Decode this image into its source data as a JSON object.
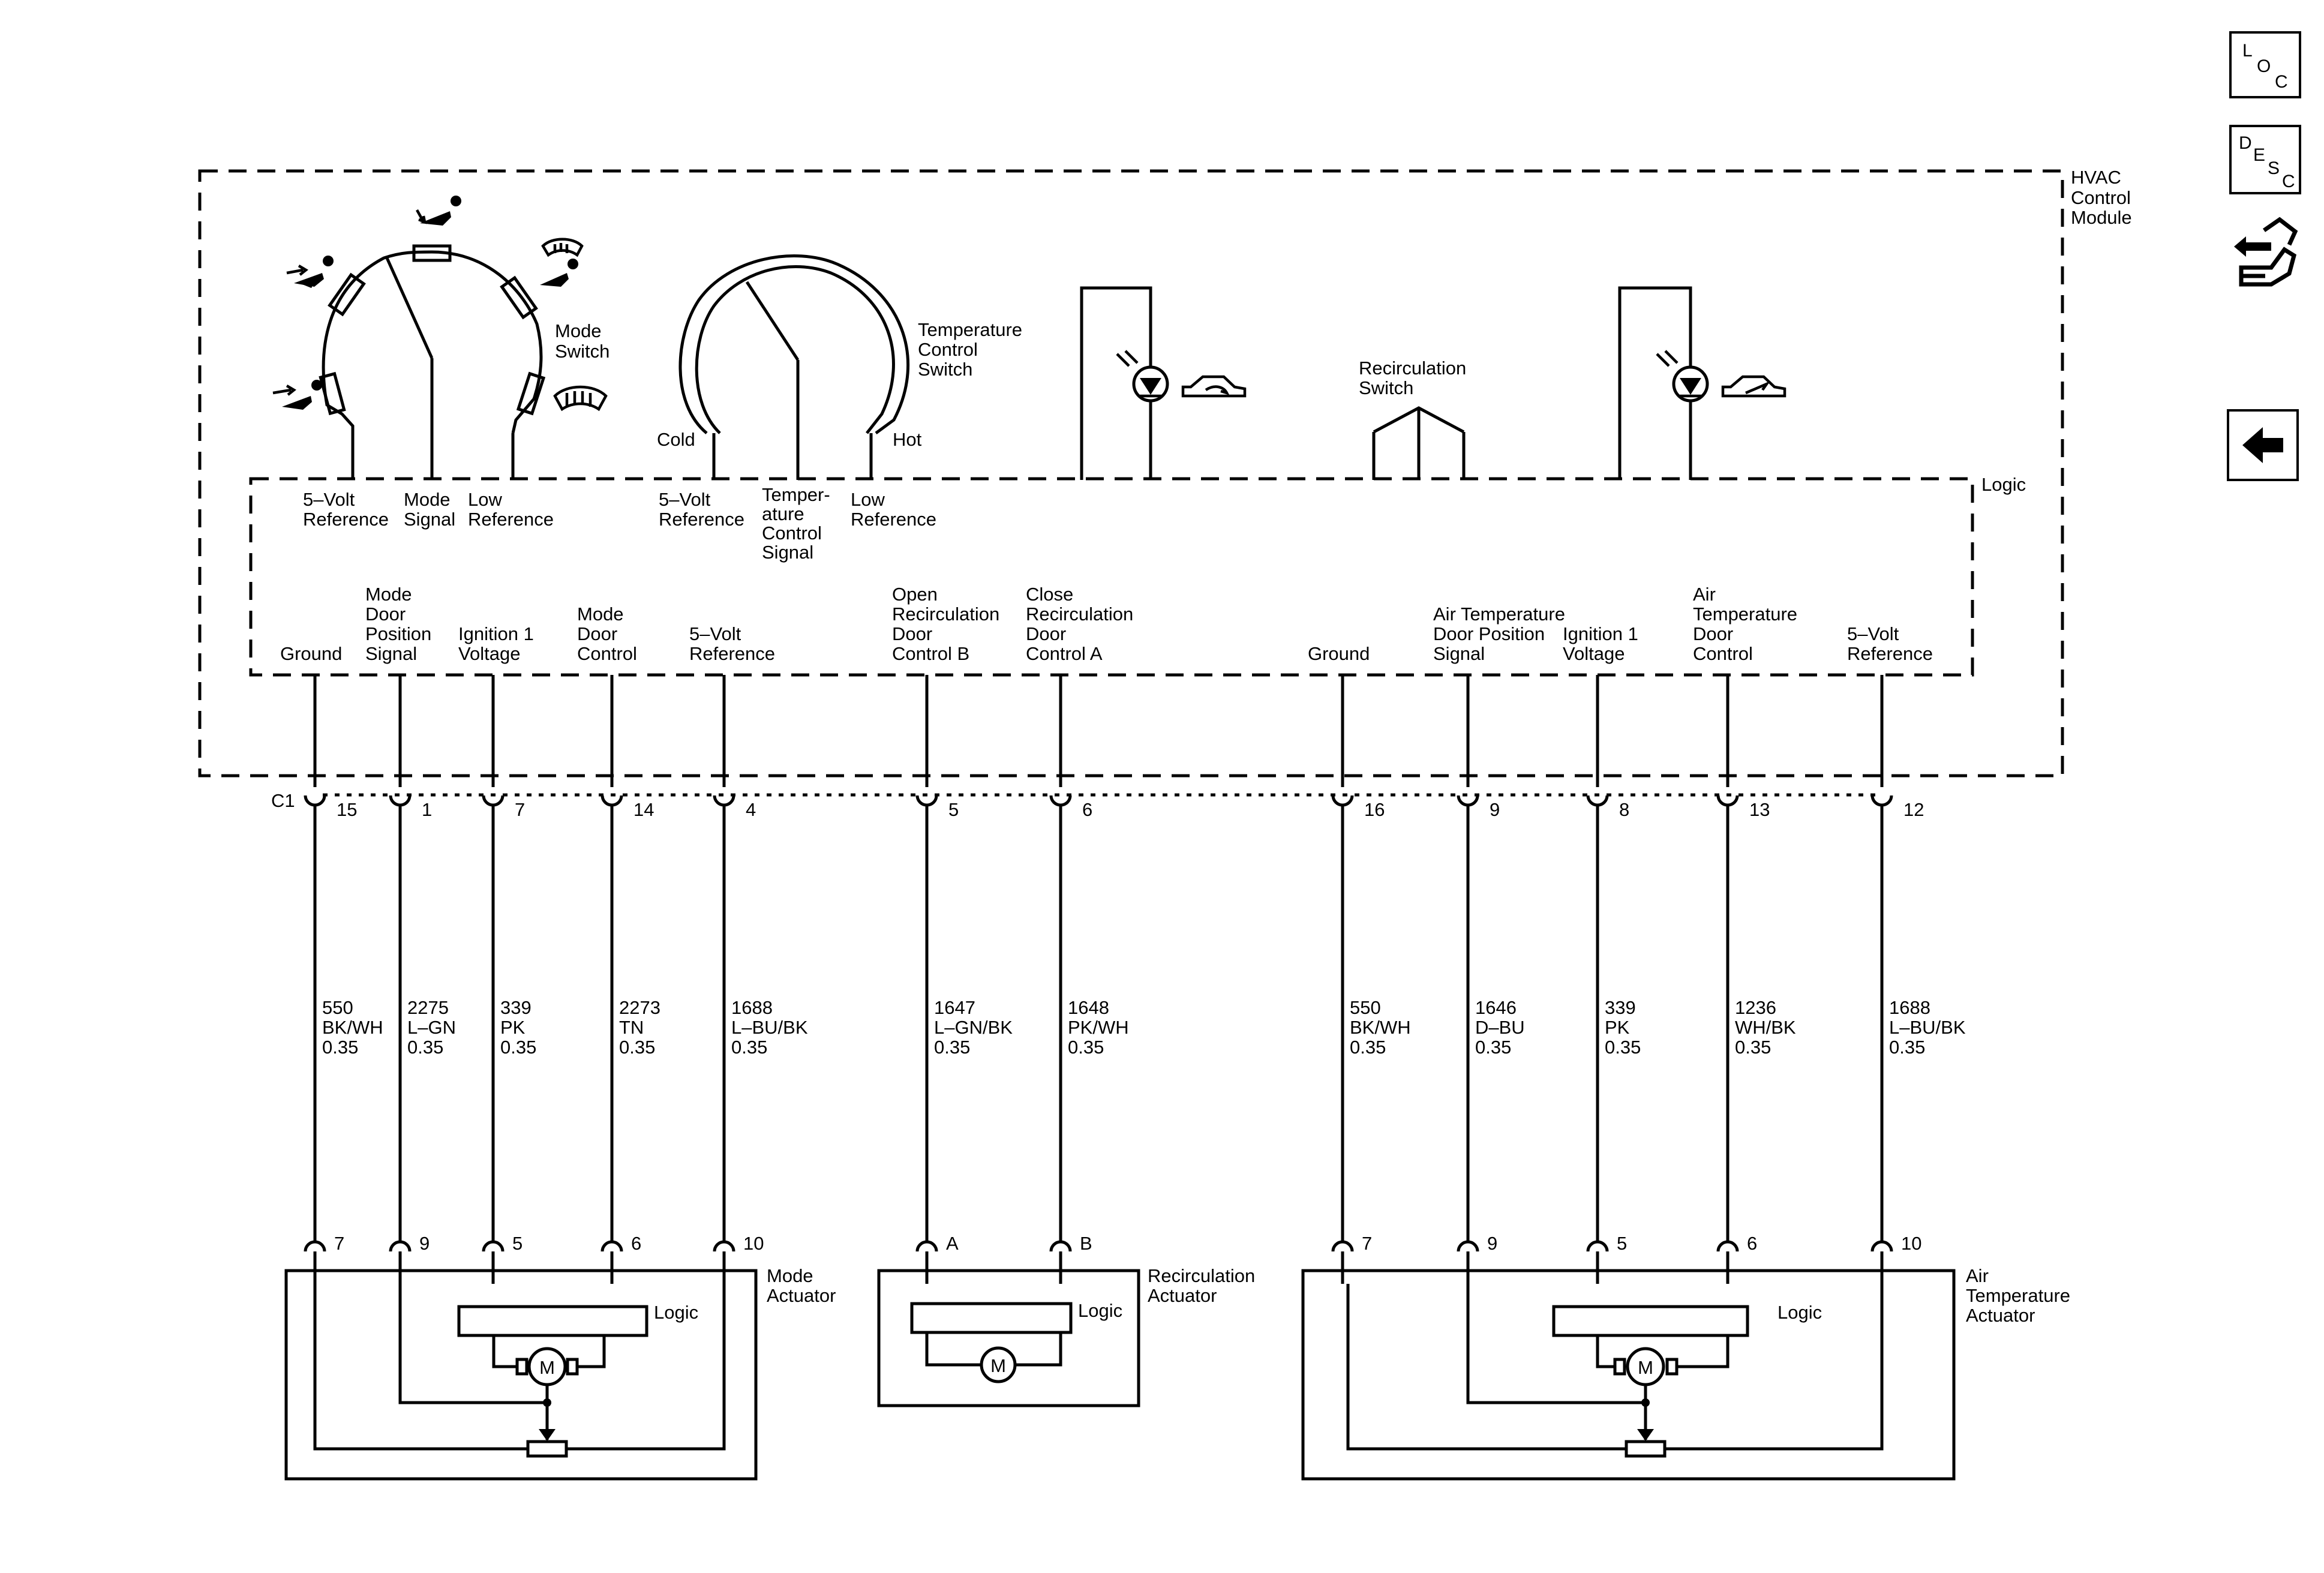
{
  "nav": {
    "loc_button": {
      "l1": "L",
      "l2": "O",
      "l3": "C"
    },
    "desc_button": {
      "l1": "D",
      "l2": "E",
      "l3": "S",
      "l4": "C"
    }
  },
  "module": {
    "line1": "HVAC",
    "line2": "Control",
    "line3": "Module",
    "logic": "Logic"
  },
  "mode_switch": {
    "line1": "Mode",
    "line2": "Switch",
    "labels": [
      [
        "5–Volt",
        "Reference"
      ],
      [
        "Mode",
        "Signal"
      ],
      [
        "Low",
        "Reference"
      ]
    ]
  },
  "temp_switch": {
    "line1": "Temperature",
    "line2": "Control",
    "line3": "Switch",
    "cold": "Cold",
    "hot": "Hot",
    "labels": [
      [
        "5–Volt",
        "Reference"
      ],
      [
        "Temper-",
        "ature",
        "Control",
        "Signal"
      ],
      [
        "Low",
        "Reference"
      ]
    ]
  },
  "recirc_switch": {
    "line1": "Recirculation",
    "line2": "Switch"
  },
  "connector": {
    "name": "C1"
  },
  "module_pins": [
    {
      "label": [
        "Ground"
      ],
      "pin": "15",
      "circuit": "550",
      "color": "BK/WH",
      "gauge": "0.35"
    },
    {
      "label": [
        "Mode",
        "Door",
        "Position",
        "Signal"
      ],
      "pin": "1",
      "circuit": "2275",
      "color": "L–GN",
      "gauge": "0.35"
    },
    {
      "label": [
        "Ignition 1",
        "Voltage"
      ],
      "pin": "7",
      "circuit": "339",
      "color": "PK",
      "gauge": "0.35"
    },
    {
      "label": [
        "Mode",
        "Door",
        "Control"
      ],
      "pin": "14",
      "circuit": "2273",
      "color": "TN",
      "gauge": "0.35"
    },
    {
      "label": [
        "5–Volt",
        "Reference"
      ],
      "pin": "4",
      "circuit": "1688",
      "color": "L–BU/BK",
      "gauge": "0.35"
    },
    {
      "label": [
        "Open",
        "Recirculation",
        "Door",
        "Control B"
      ],
      "pin": "5",
      "circuit": "1647",
      "color": "L–GN/BK",
      "gauge": "0.35"
    },
    {
      "label": [
        "Close",
        "Recirculation",
        "Door",
        "Control A"
      ],
      "pin": "6",
      "circuit": "1648",
      "color": "PK/WH",
      "gauge": "0.35"
    },
    {
      "label": [
        "Ground"
      ],
      "pin": "16",
      "circuit": "550",
      "color": "BK/WH",
      "gauge": "0.35"
    },
    {
      "label": [
        "Air Temperature",
        "Door Position",
        "Signal"
      ],
      "pin": "9",
      "circuit": "1646",
      "color": "D–BU",
      "gauge": "0.35"
    },
    {
      "label": [
        "Ignition 1",
        "Voltage"
      ],
      "pin": "8",
      "circuit": "339",
      "color": "PK",
      "gauge": "0.35"
    },
    {
      "label": [
        "Air",
        "Temperature",
        "Door",
        "Control"
      ],
      "pin": "13",
      "circuit": "1236",
      "color": "WH/BK",
      "gauge": "0.35"
    },
    {
      "label": [
        "5–Volt",
        "Reference"
      ],
      "pin": "12",
      "circuit": "1688",
      "color": "L–BU/BK",
      "gauge": "0.35"
    }
  ],
  "actuators": [
    {
      "name": [
        "Mode",
        "Actuator"
      ],
      "logic": "Logic",
      "motor": "M",
      "pins": [
        "7",
        "9",
        "5",
        "6",
        "10"
      ]
    },
    {
      "name": [
        "Recirculation",
        "Actuator"
      ],
      "logic": "Logic",
      "motor": "M",
      "pins": [
        "A",
        "B"
      ]
    },
    {
      "name": [
        "Air",
        "Temperature",
        "Actuator"
      ],
      "logic": "Logic",
      "motor": "M",
      "pins": [
        "7",
        "9",
        "5",
        "6",
        "10"
      ]
    }
  ]
}
